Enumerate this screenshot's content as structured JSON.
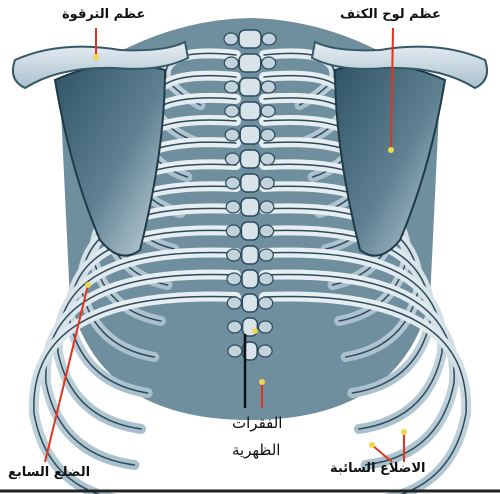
{
  "labels": {
    "clavicle": "عظم الترقوة",
    "scapula": "عظم لوح الكتف",
    "vertebrae_line1": "الفقرات",
    "vertebrae_line2": "الظهرية",
    "seventh_rib": "الضلع السابع",
    "floating_ribs": "الاضلاع السائبة"
  },
  "colors": {
    "bone_light": "#dfe8ed",
    "bone_mid": "#9fb7c4",
    "bone_dark": "#3f6476",
    "shadow": "#2c4b5a",
    "leader": "#e2331f",
    "marker": "#f2d64b"
  }
}
